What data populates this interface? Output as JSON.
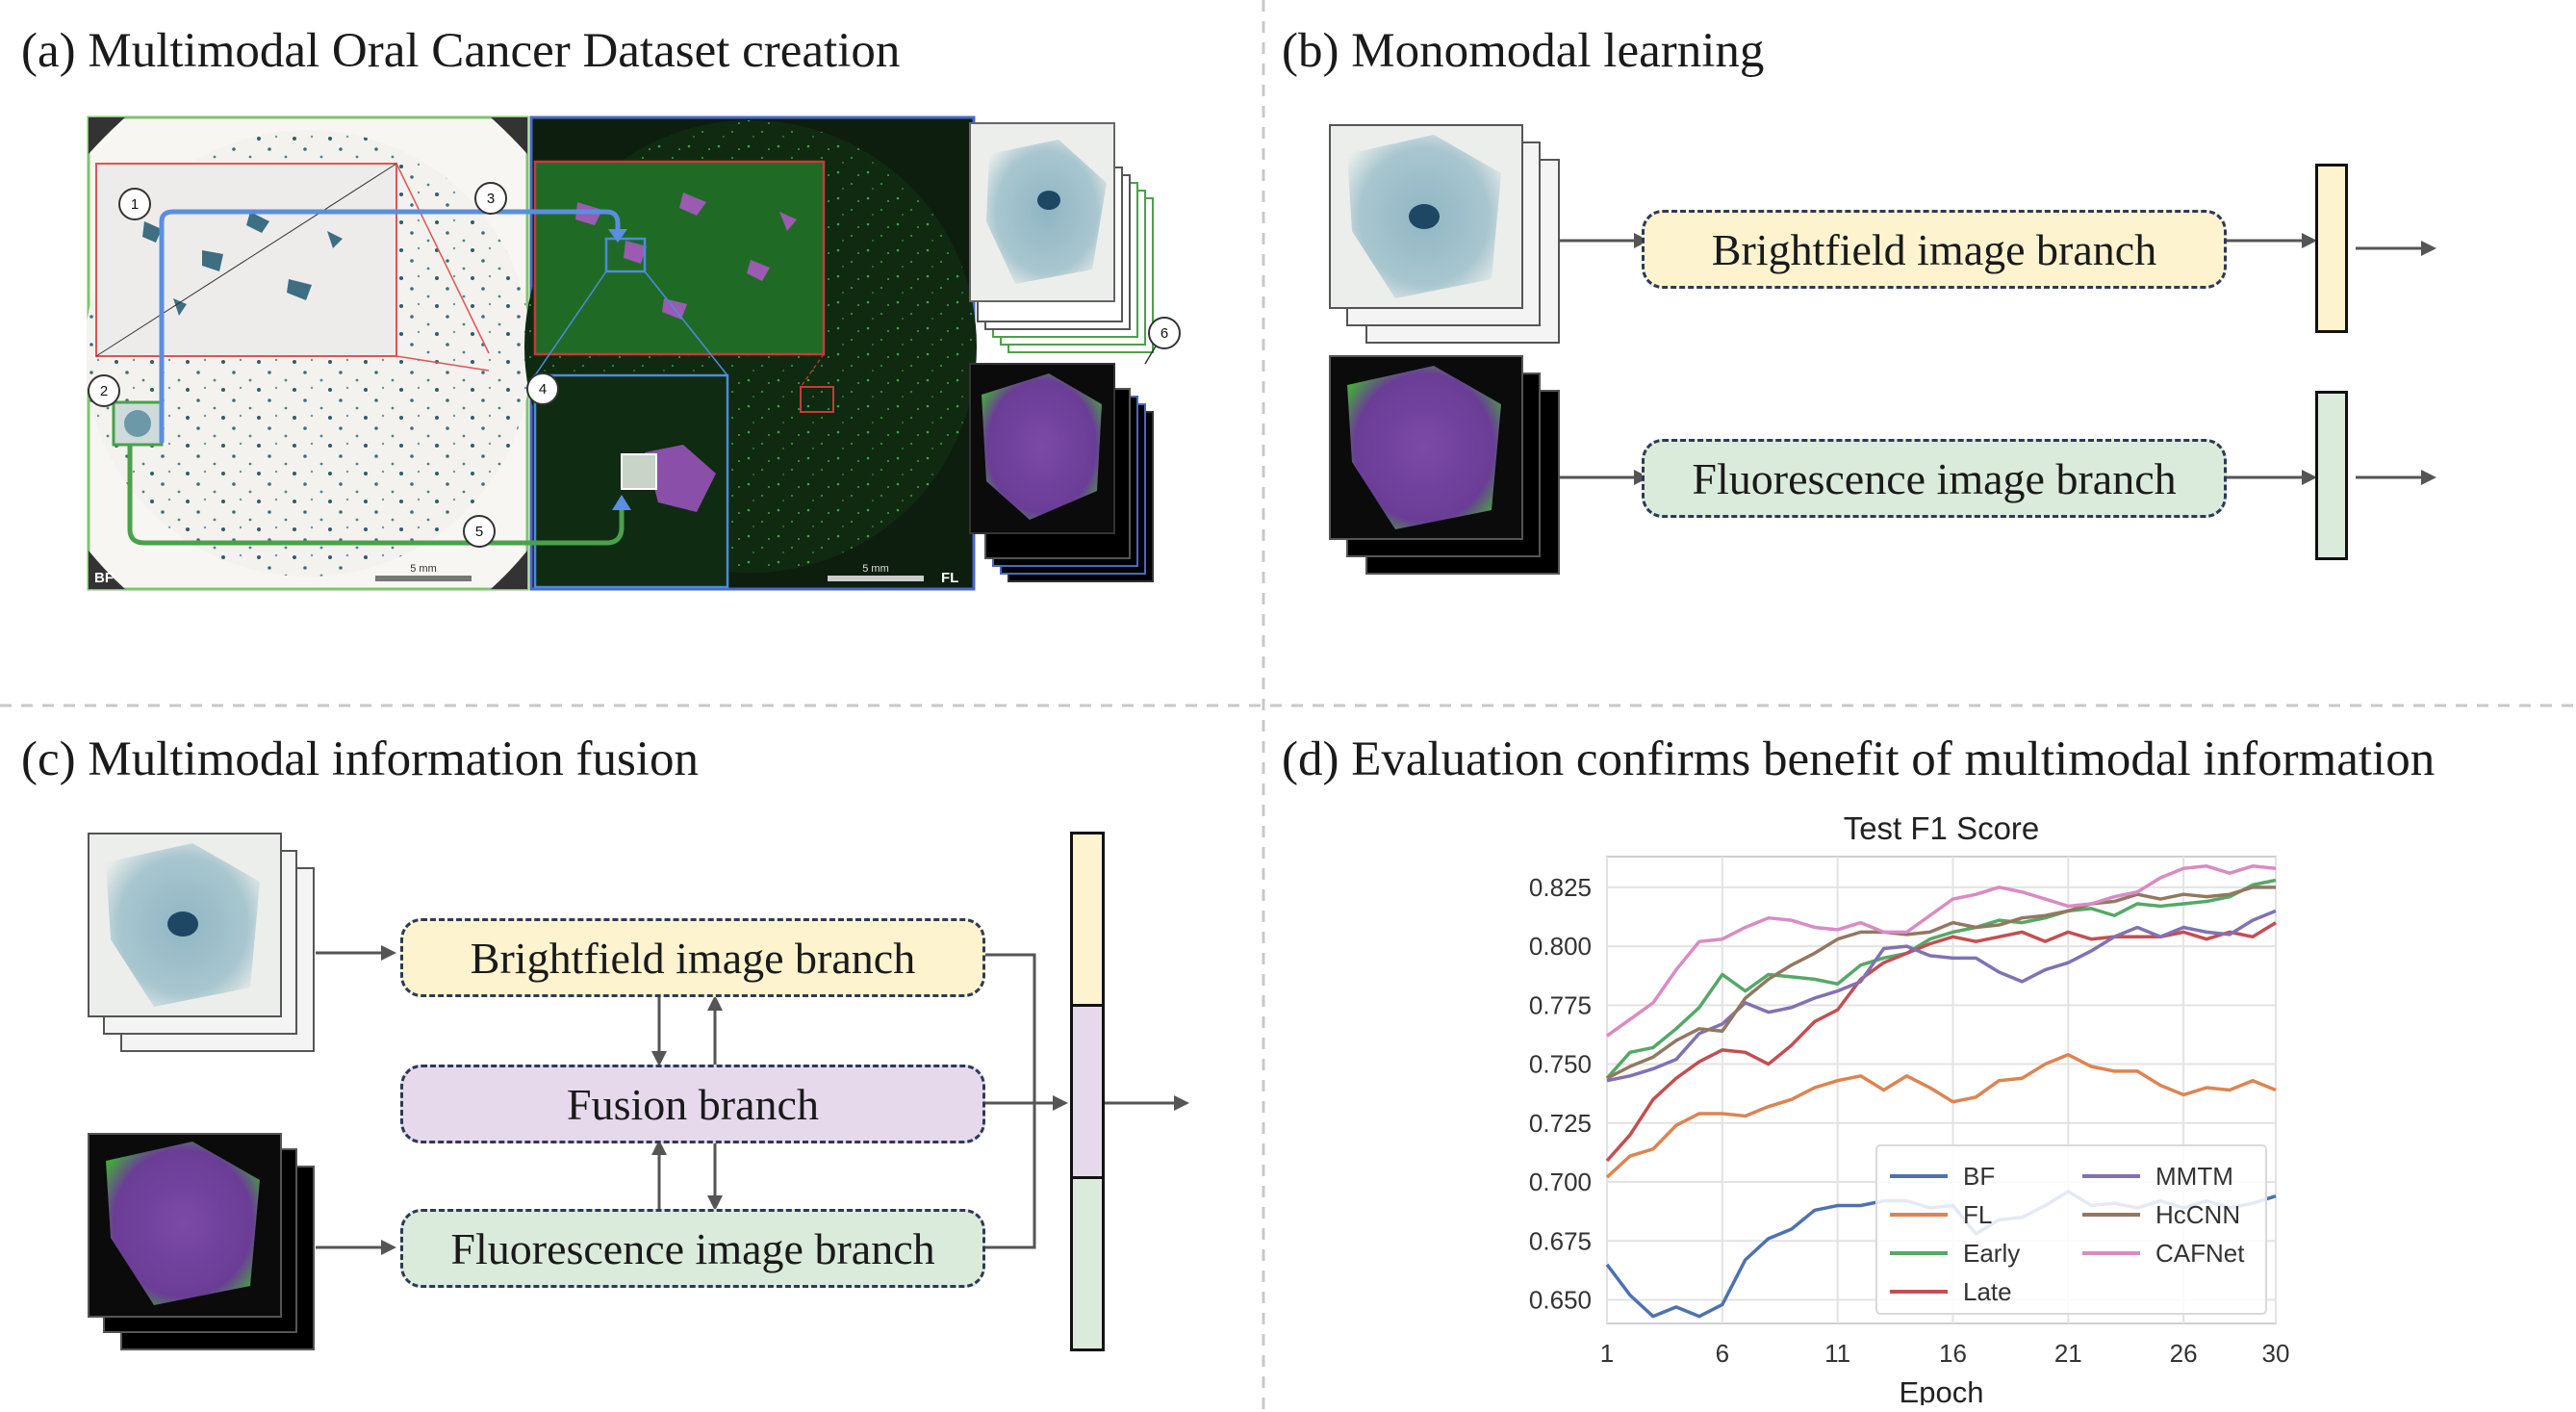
{
  "colors": {
    "brightfield": "#fdf3cf",
    "fluorescence": "#dbebdb",
    "fusion": "#e6d9ec",
    "border": "#2c3a57",
    "arrow": "#555555",
    "divider": "#c8c8c8"
  },
  "panels": {
    "a": {
      "title": "(a) Multimodal Oral Cancer Dataset creation",
      "bf_tag": "BF",
      "fl_tag": "FL",
      "scale_bf": "5 mm",
      "scale_fl": "5 mm",
      "markers": [
        "1",
        "2",
        "3",
        "4",
        "5",
        "6"
      ]
    },
    "b": {
      "title": "(b) Monomodal learning",
      "bf_branch": "Brightfield image branch",
      "fl_branch": "Fluorescence image branch"
    },
    "c": {
      "title": "(c) Multimodal information fusion",
      "bf_branch": "Brightfield image branch",
      "fusion_branch": "Fusion branch",
      "fl_branch": "Fluorescence image branch"
    },
    "d": {
      "title": "(d) Evaluation confirms benefit of multimodal information"
    }
  },
  "chart_data": {
    "type": "line",
    "title": "Test F1 Score",
    "xlabel": "Epoch",
    "ylabel": "",
    "xlim": [
      1,
      30
    ],
    "ylim": [
      0.64,
      0.838
    ],
    "xticks": [
      1,
      6,
      11,
      16,
      21,
      26,
      30
    ],
    "yticks": [
      0.65,
      0.675,
      0.7,
      0.725,
      0.75,
      0.775,
      0.8,
      0.825
    ],
    "ytick_labels": [
      "0.650",
      "0.675",
      "0.700",
      "0.725",
      "0.750",
      "0.775",
      "0.800",
      "0.825"
    ],
    "grid": true,
    "legend_position": "lower-right",
    "x": [
      1,
      2,
      3,
      4,
      5,
      6,
      7,
      8,
      9,
      10,
      11,
      12,
      13,
      14,
      15,
      16,
      17,
      18,
      19,
      20,
      21,
      22,
      23,
      24,
      25,
      26,
      27,
      28,
      29,
      30
    ],
    "series": [
      {
        "name": "BF",
        "color": "#4c72b0",
        "values": [
          0.665,
          0.652,
          0.643,
          0.647,
          0.643,
          0.648,
          0.667,
          0.676,
          0.68,
          0.688,
          0.69,
          0.69,
          0.692,
          0.692,
          0.689,
          0.69,
          0.678,
          0.684,
          0.685,
          0.69,
          0.696,
          0.69,
          0.691,
          0.689,
          0.692,
          0.689,
          0.692,
          0.689,
          0.691,
          0.694
        ]
      },
      {
        "name": "FL",
        "color": "#dd8452",
        "values": [
          0.702,
          0.711,
          0.714,
          0.724,
          0.729,
          0.729,
          0.728,
          0.732,
          0.735,
          0.74,
          0.743,
          0.745,
          0.739,
          0.745,
          0.74,
          0.734,
          0.736,
          0.743,
          0.744,
          0.75,
          0.754,
          0.749,
          0.747,
          0.747,
          0.741,
          0.737,
          0.74,
          0.739,
          0.743,
          0.739
        ]
      },
      {
        "name": "Early",
        "color": "#55a868",
        "values": [
          0.744,
          0.755,
          0.757,
          0.765,
          0.774,
          0.788,
          0.781,
          0.788,
          0.787,
          0.786,
          0.784,
          0.792,
          0.795,
          0.797,
          0.803,
          0.806,
          0.808,
          0.811,
          0.81,
          0.812,
          0.815,
          0.816,
          0.813,
          0.818,
          0.817,
          0.818,
          0.819,
          0.821,
          0.826,
          0.828
        ]
      },
      {
        "name": "Late",
        "color": "#c44e52",
        "values": [
          0.709,
          0.72,
          0.735,
          0.744,
          0.751,
          0.756,
          0.755,
          0.75,
          0.758,
          0.768,
          0.773,
          0.786,
          0.793,
          0.797,
          0.801,
          0.804,
          0.802,
          0.804,
          0.806,
          0.802,
          0.806,
          0.803,
          0.804,
          0.804,
          0.804,
          0.806,
          0.803,
          0.806,
          0.804,
          0.81
        ]
      },
      {
        "name": "MMTM",
        "color": "#8172b3",
        "values": [
          0.743,
          0.745,
          0.748,
          0.752,
          0.763,
          0.767,
          0.776,
          0.772,
          0.774,
          0.778,
          0.781,
          0.785,
          0.799,
          0.8,
          0.796,
          0.795,
          0.795,
          0.789,
          0.785,
          0.79,
          0.793,
          0.798,
          0.804,
          0.808,
          0.804,
          0.808,
          0.806,
          0.805,
          0.811,
          0.815
        ]
      },
      {
        "name": "HcCNN",
        "color": "#937860",
        "values": [
          0.744,
          0.749,
          0.753,
          0.76,
          0.765,
          0.764,
          0.778,
          0.786,
          0.792,
          0.797,
          0.803,
          0.806,
          0.806,
          0.805,
          0.806,
          0.81,
          0.808,
          0.809,
          0.812,
          0.813,
          0.815,
          0.818,
          0.819,
          0.822,
          0.82,
          0.822,
          0.821,
          0.822,
          0.825,
          0.825
        ]
      },
      {
        "name": "CAFNet",
        "color": "#da8bc3",
        "values": [
          0.762,
          0.769,
          0.776,
          0.79,
          0.802,
          0.803,
          0.808,
          0.812,
          0.811,
          0.808,
          0.807,
          0.81,
          0.806,
          0.806,
          0.813,
          0.82,
          0.822,
          0.825,
          0.823,
          0.82,
          0.817,
          0.818,
          0.821,
          0.823,
          0.829,
          0.833,
          0.834,
          0.831,
          0.834,
          0.833
        ]
      }
    ]
  }
}
